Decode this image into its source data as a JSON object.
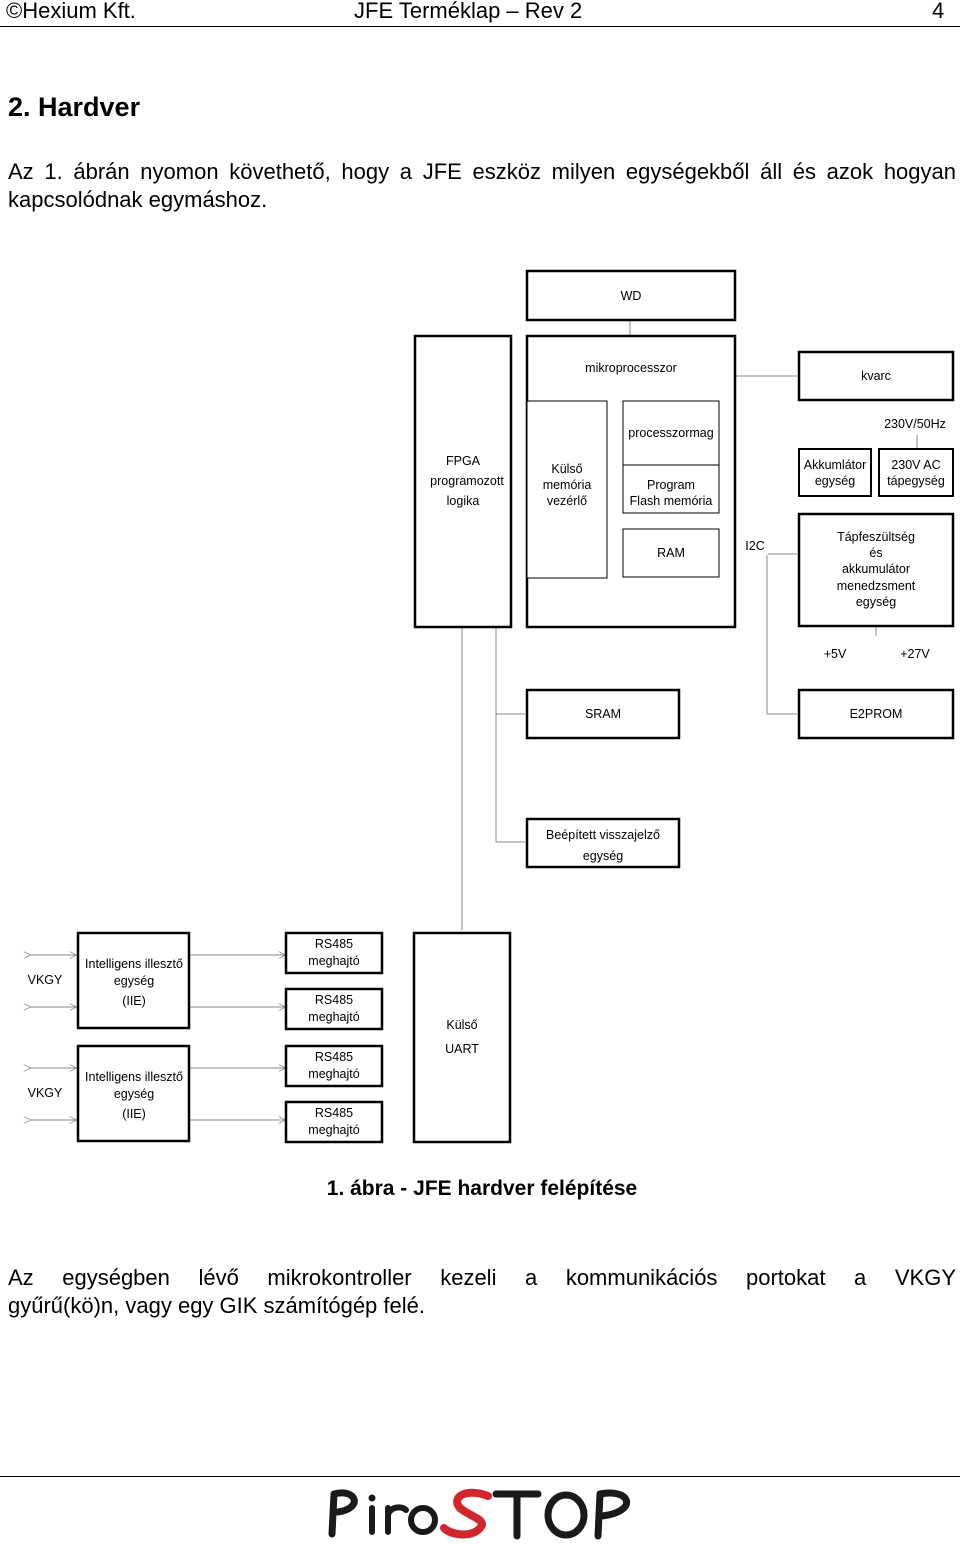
{
  "header": {
    "company": "©Hexium Kft.",
    "doc_title": "JFE Terméklap – Rev 2",
    "page_number": "4"
  },
  "section": {
    "heading": "2. Hardver"
  },
  "intro_paragraph": "Az 1. ábrán nyomon követhető, hogy a JFE eszköz milyen egységekből áll és azok hogyan kapcsolódnak egymáshoz.",
  "diagram": {
    "wd": "WD",
    "microprocessor": "mikroprocesszor",
    "quartz": "kvarc",
    "mains": "230V/50Hz",
    "fpga": [
      "FPGA",
      "programozott",
      "logika"
    ],
    "ext_mem_ctrl": [
      "Külső",
      "memória",
      "vezérlő"
    ],
    "core": "processzormag",
    "flash": [
      "Program",
      "Flash memória"
    ],
    "ram": "RAM",
    "i2c": "I2C",
    "battery": [
      "Akkumlátor",
      "egység"
    ],
    "psu": [
      "230V AC",
      "tápegység"
    ],
    "power_mgmt": [
      "Tápfeszültség",
      "és",
      "akkumulátor",
      "menedzsment",
      "egység"
    ],
    "v5": "+5V",
    "v27": "+27V",
    "sram": "SRAM",
    "eeprom": "E2PROM",
    "feedback": [
      "Beépített visszajelző",
      "egység"
    ],
    "vkgy": "VKGY",
    "iie": [
      "Intelligens illesztő",
      "egység",
      "(IIE)"
    ],
    "rs485": [
      "RS485",
      "meghajtó"
    ],
    "uart": [
      "Külső",
      "UART"
    ]
  },
  "figure_caption": "1. ábra - JFE hardver felépítése",
  "body_paragraph": {
    "line1": "Az egységben lévő mikrokontroller kezeli a kommunikációs portokat a VKGY",
    "line2": "gyűrű(kö)n, vagy egy GIK számítógép felé."
  },
  "footer": {
    "logo_text": "PiroSTOP",
    "logo_colors": {
      "dark": "#1a1a1a",
      "accent": "#d0262c"
    }
  }
}
